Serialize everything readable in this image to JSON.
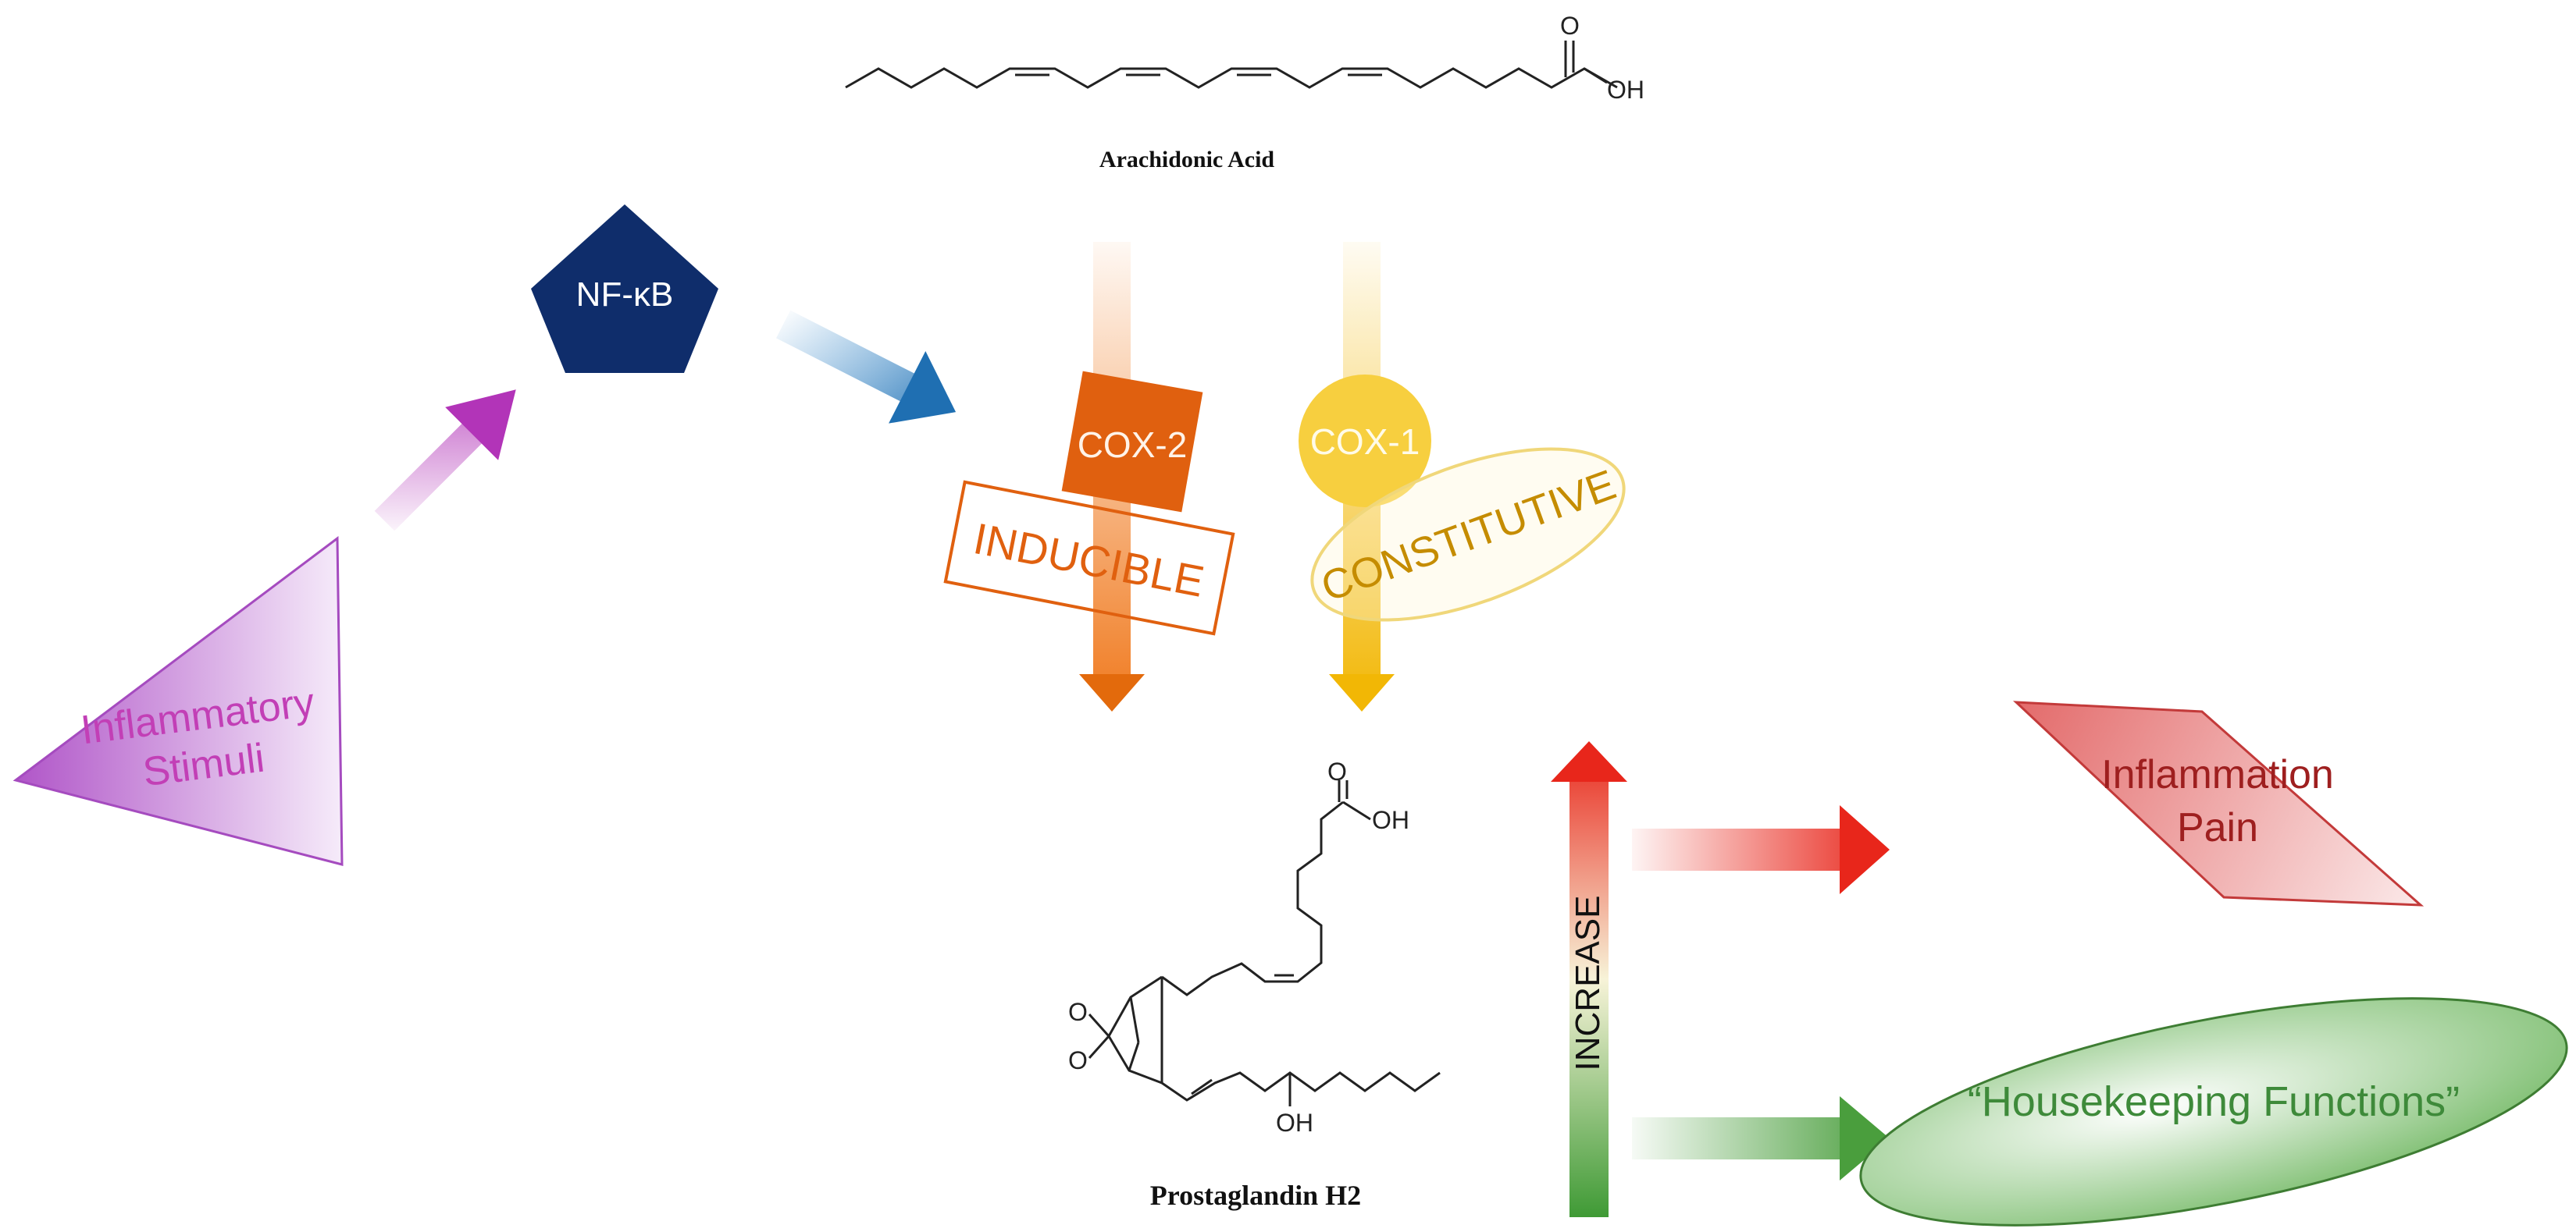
{
  "molecules": {
    "arachidonic_acid": {
      "name": "Arachidonic Acid",
      "carbonyl_atom": "O",
      "hydroxyl_group": "OH"
    },
    "prostaglandin_h2": {
      "name": "Prostaglandin H2",
      "carbonyl_atom": "O",
      "acid_hydroxyl": "OH",
      "peroxide_atom_top": "O",
      "peroxide_atom_bottom": "O",
      "side_chain_hydroxyl": "OH"
    }
  },
  "nodes": {
    "nfkb": {
      "label": "NF-κB",
      "color": "#0f2d6b"
    },
    "stimuli": {
      "line1": "Inflammatory",
      "line2": "Stimuli",
      "color": "#c23fb6"
    },
    "cox2": {
      "label": "COX-2",
      "color": "#e0600f",
      "tag": "INDUCIBLE"
    },
    "cox1": {
      "label": "COX-1",
      "color": "#f7cf3f",
      "tag": "CONSTITUTIVE",
      "tag_color": "#c58c00"
    },
    "inflammation": {
      "line1": "Inflammation",
      "line2": "Pain",
      "color": "#9e1f1f"
    },
    "housekeeping": {
      "label": "“Housekeeping Functions”",
      "color": "#3e8a3a"
    }
  },
  "increase_label": "INCREASE",
  "colors": {
    "purple_arrow": "#b234b8",
    "blue_arrow": "#1f6fb2",
    "cox2_arrow": "#f07a1f",
    "cox1_arrow": "#f2b705",
    "red": "#e8261b",
    "green": "#4a9e3d"
  }
}
